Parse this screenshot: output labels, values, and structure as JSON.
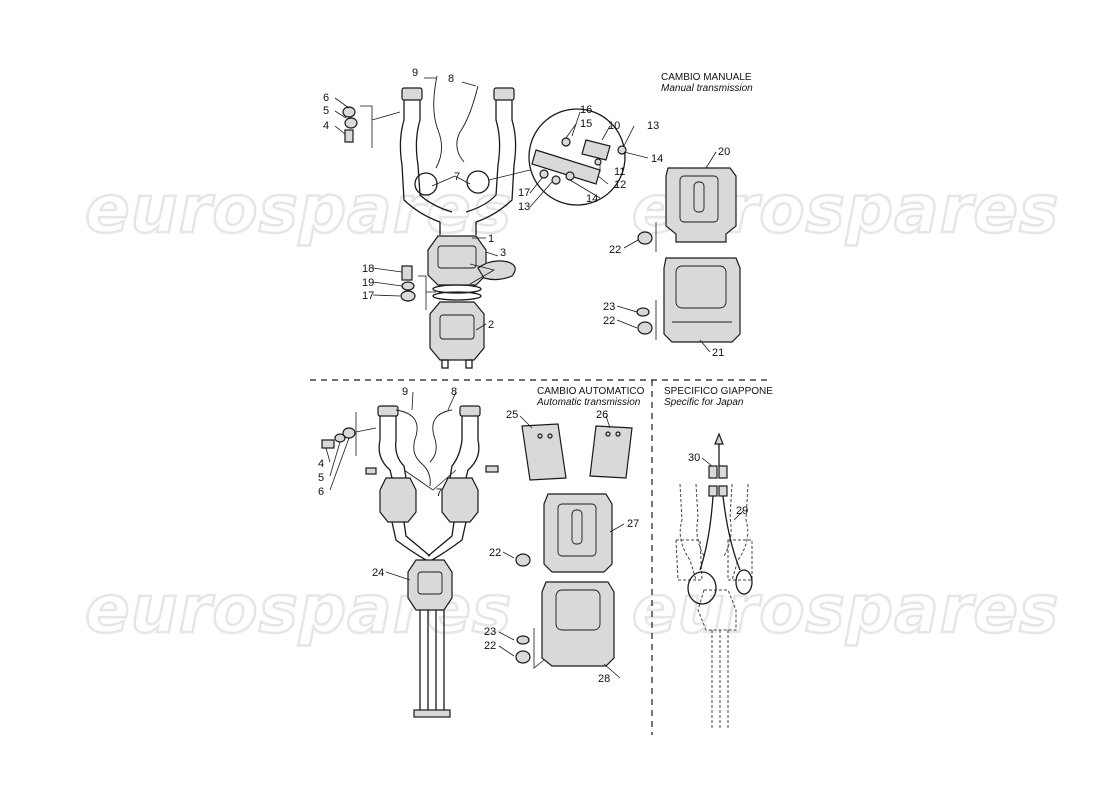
{
  "watermark": "eurospares",
  "sections": {
    "manual": {
      "title": "CAMBIO MANUALE",
      "subtitle": "Manual transmission"
    },
    "automatic": {
      "title": "CAMBIO AUTOMATICO",
      "subtitle": "Automatic transmission"
    },
    "japan": {
      "title": "SPECIFICO GIAPPONE",
      "subtitle": "Specific for Japan"
    }
  },
  "callouts": {
    "manual": [
      "9",
      "8",
      "6",
      "5",
      "4",
      "7",
      "16",
      "15",
      "10",
      "13",
      "14",
      "17",
      "13",
      "14",
      "11",
      "12",
      "1",
      "3",
      "18",
      "19",
      "17",
      "2",
      "20",
      "22",
      "23",
      "22",
      "21"
    ],
    "automatic": [
      "9",
      "8",
      "4",
      "5",
      "6",
      "7",
      "24",
      "25",
      "26",
      "27",
      "22",
      "23",
      "22",
      "28"
    ],
    "japan": [
      "30",
      "29"
    ]
  }
}
